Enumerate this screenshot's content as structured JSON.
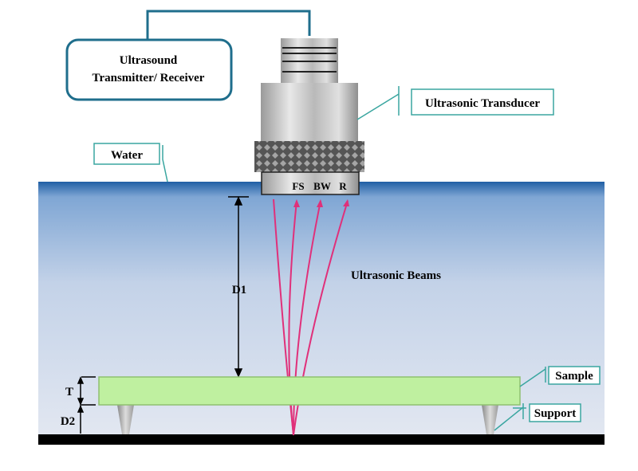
{
  "labels": {
    "device_line1": "Ultrasound",
    "device_line2": "Transmitter/ Receiver",
    "transducer": "Ultrasonic Transducer",
    "water": "Water",
    "face_fs": "FS",
    "face_bw": "BW",
    "face_r": "R",
    "beams": "Ultrasonic Beams",
    "d1": "D1",
    "t": "T",
    "d2": "D2",
    "sample": "Sample",
    "support": "Support"
  },
  "colors": {
    "cable": "#1f6e8c",
    "water_top": "#2f6fb0",
    "water_bottom": "#dde4f0",
    "beam": "#e0307a",
    "sample": "#bff0a0",
    "callout": "#3aa6a0",
    "floor": "#000000"
  }
}
